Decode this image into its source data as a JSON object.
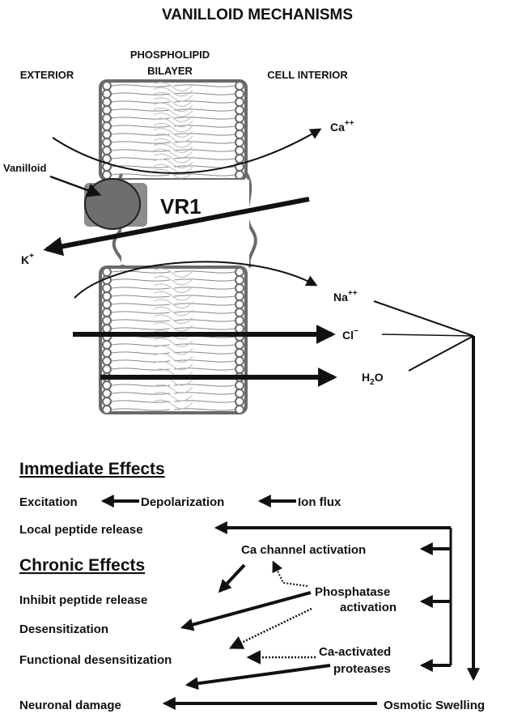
{
  "title": "VANILLOID MECHANISMS",
  "headers": {
    "exterior": "EXTERIOR",
    "bilayer_line1": "PHOSPHOLIPID",
    "bilayer_line2": "BILAYER",
    "interior": "CELL INTERIOR"
  },
  "membrane": {
    "ligand": "Vanilloid",
    "receptor": "VR1"
  },
  "ions": {
    "ca": {
      "base": "Ca",
      "sup": "++"
    },
    "k": {
      "base": "K",
      "sup": "+"
    },
    "na": {
      "base": "Na",
      "sup": "++"
    },
    "cl": {
      "base": "Cl",
      "sup": "−"
    },
    "h2o": {
      "pre": "H",
      "sub": "2",
      "post": "O"
    }
  },
  "immediate": {
    "heading": "Immediate Effects",
    "excitation": "Excitation",
    "depolarization": "Depolarization",
    "ion_flux": "Ion flux",
    "local_release": "Local peptide release"
  },
  "chronic": {
    "heading": "Chronic Effects",
    "inhibit": "Inhibit peptide release",
    "desensitization": "Desensitization",
    "functional": "Functional desensitization",
    "damage": "Neuronal damage"
  },
  "mediators": {
    "ca_channel": "Ca channel activation",
    "phosphatase_1": "Phosphatase",
    "phosphatase_2": "activation",
    "protease_1": "Ca-activated",
    "protease_2": "proteases",
    "swelling": "Osmotic Swelling"
  },
  "colors": {
    "ink": "#111111",
    "membrane": "#6a6a6a",
    "vanilloid": "#6e6e6e"
  }
}
